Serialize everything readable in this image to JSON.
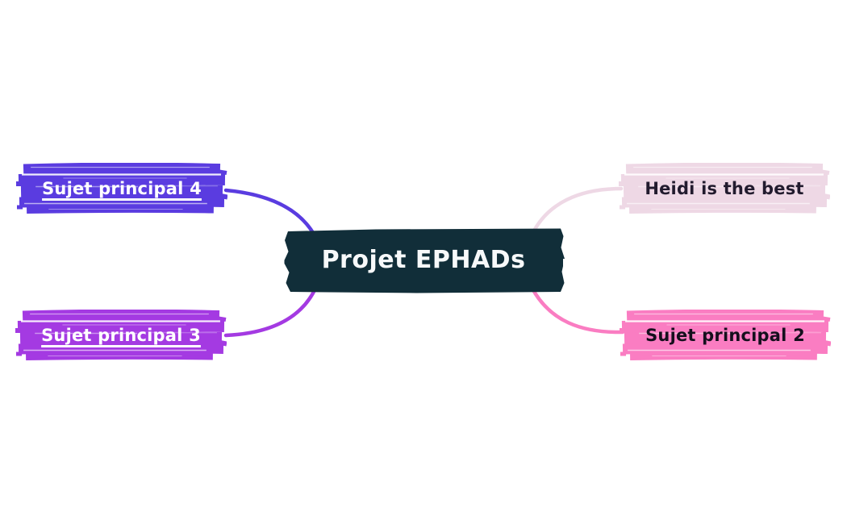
{
  "canvas": {
    "background": "#ffffff"
  },
  "central_node": {
    "label": "Projet EPHADs",
    "bg_color": "#112e39",
    "text_color": "#f7f9fa"
  },
  "branches": [
    {
      "label": "Sujet principal 4",
      "position": "top-left",
      "color": "#5a3ce0",
      "text_color": "#ffffff"
    },
    {
      "label": "Sujet principal 3",
      "position": "bottom-left",
      "color": "#a43ae2",
      "text_color": "#ffffff"
    },
    {
      "label": "Heidi is the best",
      "position": "top-right",
      "color": "#eed8e5",
      "text_color": "#221b2e"
    },
    {
      "label": "Sujet principal 2",
      "position": "bottom-right",
      "color": "#fa7dc2",
      "text_color": "#150f1d"
    }
  ]
}
